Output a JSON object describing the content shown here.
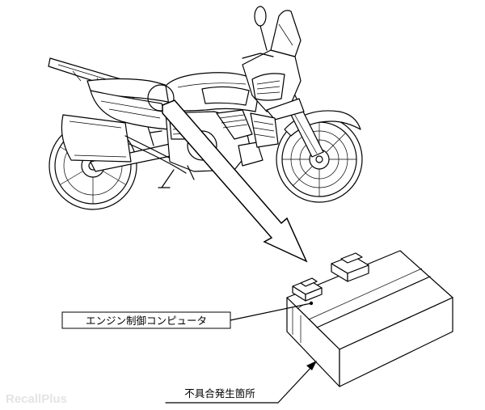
{
  "labels": {
    "component": "エンジン制御コンピュータ",
    "defect_location": "不具合発生箇所"
  },
  "watermark": "RecallPlus",
  "colors": {
    "line": "#000000",
    "background": "#ffffff",
    "watermark": "#e4e4e4"
  }
}
